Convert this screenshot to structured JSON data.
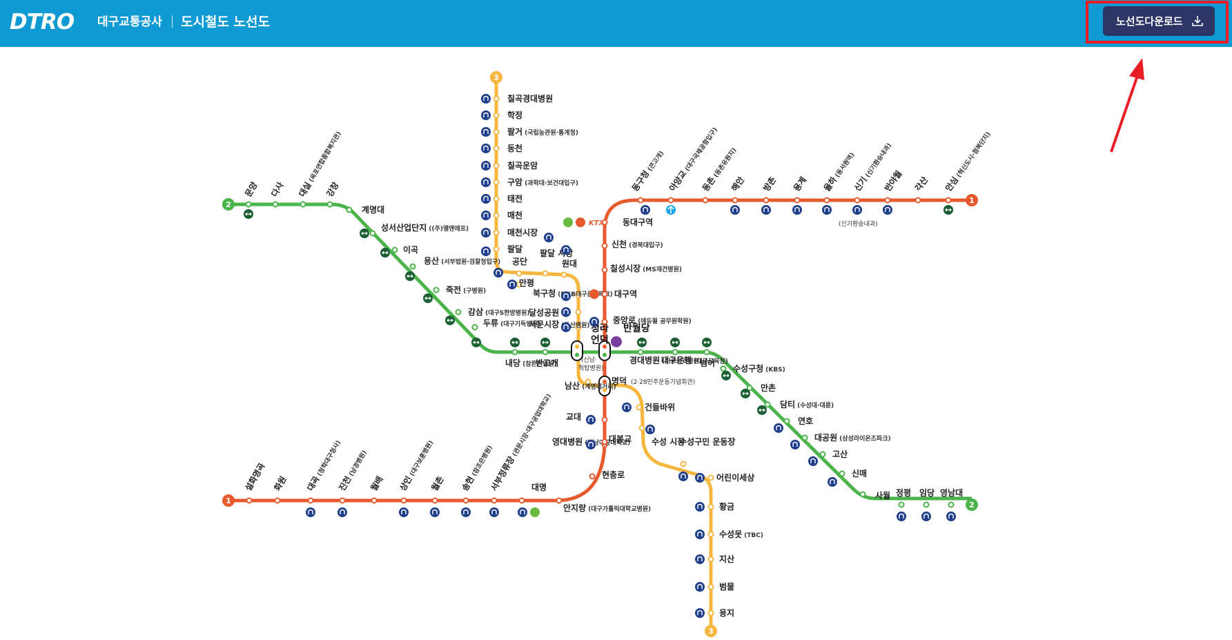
{
  "header": {
    "logo": "DTRO",
    "company": "대구교통공사",
    "title": "도시철도 노선도",
    "download_label": "노선도다운로드"
  },
  "colors": {
    "header_bg": "#0f9ad4",
    "button_bg": "#2c3566",
    "highlight": "#ea1c24",
    "line1": "#e85a2e",
    "line2": "#4ab44a",
    "line3": "#f7b73f"
  },
  "lines": {
    "line1": {
      "number": "1"
    },
    "line2": {
      "number": "2"
    },
    "line3": {
      "number": "3"
    }
  },
  "stations": {
    "l3_chilgok_hosp": {
      "name": "칠곡경대병원"
    },
    "l3_hakjeong": {
      "name": "학정"
    },
    "l3_palgeo": {
      "name": "팔거",
      "sub": "(국립농관원·통계청)"
    },
    "l3_dongcheon": {
      "name": "동천"
    },
    "l3_chilgok_unam": {
      "name": "칠곡운암"
    },
    "l3_guam": {
      "name": "구암",
      "sub": "(과학대·보건대입구)"
    },
    "l3_taejeon": {
      "name": "태전"
    },
    "l3_maecheon": {
      "name": "매천"
    },
    "l3_maecheon_market": {
      "name": "매천시장"
    },
    "l3_paldal": {
      "name": "팔달"
    },
    "l3_gongdan": {
      "name": "공단"
    },
    "l3_paldal_market": {
      "name": "팔달 시장"
    },
    "l3_mangpyeong": {
      "name": "만평"
    },
    "l3_wondae": {
      "name": "원대"
    },
    "l3_bukgucheong": {
      "name": "북구청",
      "sub": "(DGB대구은행파크)"
    },
    "l3_dalseong_park": {
      "name": "달성공원"
    },
    "l3_seomun_market": {
      "name": "서문시장",
      "sub": "(동산병원)"
    },
    "x_cheongna": {
      "name": "청라 언덕",
      "sub": "(신남·척탑병원)"
    },
    "l3_namsan": {
      "name": "남산",
      "sub": "(계명네거리)"
    },
    "x_myeongdeok": {
      "name": "명덕",
      "sub": "(2·28민주운동기념회관)"
    },
    "l3_geondeulbawi": {
      "name": "건들바위"
    },
    "l3_suseong_market": {
      "name": "수성 시장"
    },
    "l3_suseong_gumin": {
      "name": "수성구민 운동장"
    },
    "l3_children_world": {
      "name": "어린이세상"
    },
    "l3_hwanggeum": {
      "name": "황금"
    },
    "l3_suseongmot": {
      "name": "수성못",
      "sub": "(TBC)"
    },
    "l3_jisan": {
      "name": "지산"
    },
    "l3_beommul": {
      "name": "범물"
    },
    "l3_yongji": {
      "name": "용지"
    },
    "l2_munyang": {
      "name": "문양"
    },
    "l2_dasa": {
      "name": "다사"
    },
    "l2_daesil": {
      "name": "대실",
      "sub": "(옥포연합종합복지관)"
    },
    "l2_gangchang": {
      "name": "강창"
    },
    "l2_keimyung_univ": {
      "name": "계명대"
    },
    "l2_seongseo": {
      "name": "성서산업단지",
      "sub": "((주)엘앤에프)"
    },
    "l2_igok": {
      "name": "이곡"
    },
    "l2_yongsan": {
      "name": "용산",
      "sub": "(서부법원·검찰청입구)"
    },
    "l2_jukjeon": {
      "name": "죽전",
      "sub": "(구병원)"
    },
    "l2_gamsam": {
      "name": "감삼",
      "sub": "(대구S한방병원)"
    },
    "l2_duryu": {
      "name": "두류",
      "sub": "(대구기독병원)"
    },
    "l2_naedang": {
      "name": "내당",
      "sub": "(참튼튼병원)"
    },
    "l2_bangogae": {
      "name": "반고개"
    },
    "x_banwoldang": {
      "name": "반월당"
    },
    "l2_kyungpook_hosp": {
      "name": "경대병원",
      "sub": "(미르치과병원)"
    },
    "l2_daegu_bank": {
      "name": "대구은행",
      "sub": "(대구교육청)"
    },
    "l2_beomeo": {
      "name": "범어"
    },
    "l2_suseong_office": {
      "name": "수성구청",
      "sub": "(KBS)"
    },
    "l2_manchon": {
      "name": "만촌"
    },
    "l2_damti": {
      "name": "담티",
      "sub": "(수성대·대륜)"
    },
    "l2_yeonho": {
      "name": "연호"
    },
    "l2_daegong_won": {
      "name": "대공원",
      "sub": "(삼성라이온즈파크)"
    },
    "l2_gosan": {
      "name": "고산"
    },
    "l2_sinmae": {
      "name": "신매"
    },
    "l2_sawol": {
      "name": "사월"
    },
    "l2_jeongpyeong": {
      "name": "정평"
    },
    "l2_imdang": {
      "name": "임당"
    },
    "l2_yeungnam_univ": {
      "name": "영남대"
    },
    "l1_seolhwa": {
      "name": "설화명곡"
    },
    "l1_hwawon": {
      "name": "화원"
    },
    "l1_daegok": {
      "name": "대곡",
      "sub": "(청학대구청사)"
    },
    "l1_jincheon": {
      "name": "진천",
      "sub": "(남경병원)"
    },
    "l1_wolbae": {
      "name": "월배"
    },
    "l1_sangin": {
      "name": "상인",
      "sub": "(대구보훈병원)"
    },
    "l1_wolchon": {
      "name": "월촌"
    },
    "l1_songhyeon": {
      "name": "송현",
      "sub": "(참조은병원)"
    },
    "l1_seobu_terminal": {
      "name": "서부정류장",
      "sub": "(관문시장·대구공업대학교)"
    },
    "l1_daemyeong": {
      "name": "대명"
    },
    "l1_anjirang": {
      "name": "안지랑",
      "sub": "(대구가톨릭대학교병원)"
    },
    "l1_hyeonchungno": {
      "name": "현충로"
    },
    "l1_yeongdae_hosp": {
      "name": "영대병원",
      "sub": "(영남이공대학교)"
    },
    "l1_gyodae": {
      "name": "교대"
    },
    "l1_daebonggyo": {
      "name": "대봉교"
    },
    "l1_jungangno": {
      "name": "중앙로",
      "sub": "(에듀윌 공무원학원)"
    },
    "l1_daegu_station": {
      "name": "대구역"
    },
    "l1_chilseong": {
      "name": "칠성시장",
      "sub": "(MS재건병원)"
    },
    "l1_sincheon": {
      "name": "신천",
      "sub": "(경북대입구)"
    },
    "l1_east_daegu": {
      "name": "동대구역"
    },
    "l1_donggu_office": {
      "name": "동구청",
      "sub": "(큰고개)"
    },
    "l1_ayanggyo": {
      "name": "아양교",
      "sub": "(대구국제공항입구)"
    },
    "l1_dongchon": {
      "name": "동촌",
      "sub": "(동촌유원지)"
    },
    "l1_haean": {
      "name": "해안"
    },
    "l1_bangchon": {
      "name": "방촌"
    },
    "l1_yonggye": {
      "name": "용계"
    },
    "l1_yulha": {
      "name": "율하",
      "sub": "(동서원역)"
    },
    "l1_singi": {
      "name": "신기",
      "sub": "(신기환승내과)"
    },
    "l1_banyawol": {
      "name": "반야월"
    },
    "l1_gaksan": {
      "name": "각산"
    },
    "l1_ansim": {
      "name": "안심",
      "sub": "(혁신도시·첨복단지)"
    }
  },
  "extra_labels": {
    "singi_below": "(신기환승내과)",
    "ktx": "KTX"
  },
  "icons": {
    "elevator": "elevator-icon",
    "transfer": "transfer-icon",
    "airport": "airport-icon",
    "rail": "rail-icon",
    "download": "download-icon"
  }
}
